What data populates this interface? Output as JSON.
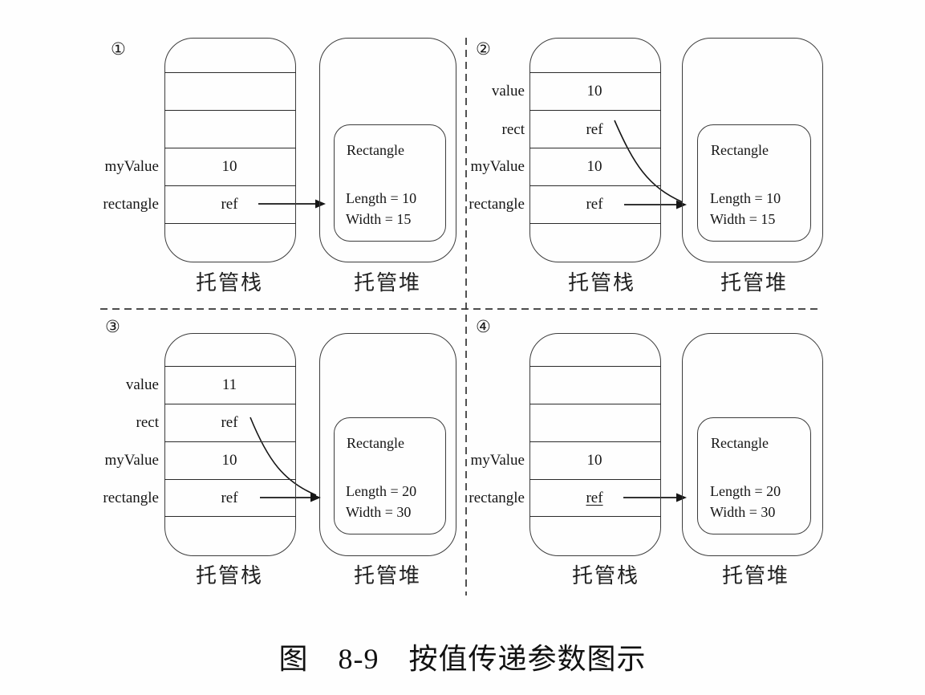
{
  "figure": {
    "caption": "图　8-9　按值传递参数图示"
  },
  "shared": {
    "stack_label": "托管栈",
    "heap_label": "托管堆"
  },
  "panels": [
    {
      "number": "①",
      "rows": [
        {
          "label": "myValue",
          "value": "10"
        },
        {
          "label": "rectangle",
          "value": "ref"
        }
      ],
      "heap": {
        "title": "Rectangle",
        "length": "Length = 10",
        "width": "Width = 15"
      }
    },
    {
      "number": "②",
      "rows": [
        {
          "label": "value",
          "value": "10"
        },
        {
          "label": "rect",
          "value": "ref"
        },
        {
          "label": "myValue",
          "value": "10"
        },
        {
          "label": "rectangle",
          "value": "ref"
        }
      ],
      "heap": {
        "title": "Rectangle",
        "length": "Length = 10",
        "width": "Width = 15"
      }
    },
    {
      "number": "③",
      "rows": [
        {
          "label": "value",
          "value": "11"
        },
        {
          "label": "rect",
          "value": "ref"
        },
        {
          "label": "myValue",
          "value": "10"
        },
        {
          "label": "rectangle",
          "value": "ref"
        }
      ],
      "heap": {
        "title": "Rectangle",
        "length": "Length = 20",
        "width": "Width = 30"
      }
    },
    {
      "number": "④",
      "rows": [
        {
          "label": "myValue",
          "value": "10"
        },
        {
          "label": "rectangle",
          "value": "ref"
        }
      ],
      "heap": {
        "title": "Rectangle",
        "length": "Length = 20",
        "width": "Width = 30"
      }
    }
  ]
}
